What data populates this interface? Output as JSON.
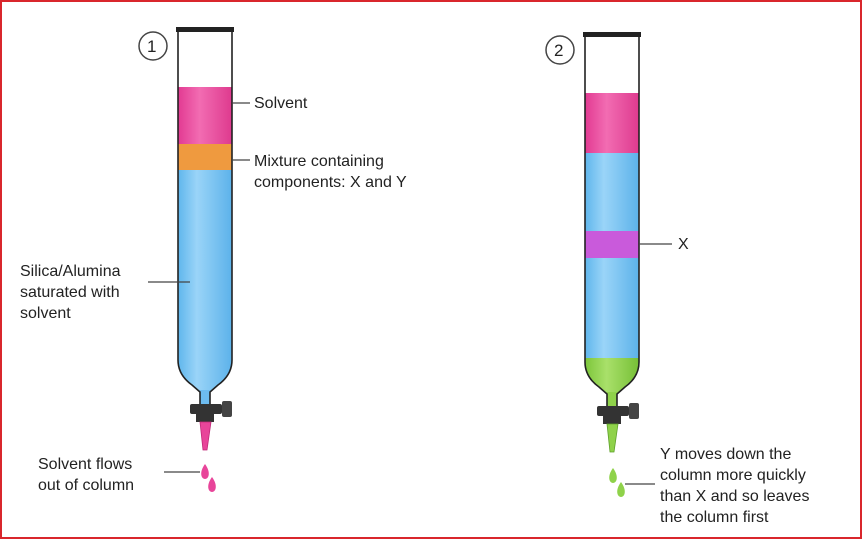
{
  "diagram": {
    "column1": {
      "number": "1",
      "labels": {
        "solvent": "Solvent",
        "mixture": "Mixture containing\ncomponents: X and Y",
        "stationary": "Silica/Alumina\nsaturated with\nsolvent",
        "flow": "Solvent flows\nout of column"
      }
    },
    "column2": {
      "number": "2",
      "labels": {
        "x_band": "X",
        "y_note": "Y moves down the\ncolumn more quickly\nthan X and so leaves\nthe column first"
      }
    }
  },
  "colors": {
    "frame": "#d9262c",
    "solvent": "#e8459a",
    "mixture": "#ee9a45",
    "silica": "#76c3f2",
    "x_band": "#c45ad6",
    "y_band": "#8fd24a",
    "tap": "#333333",
    "outline": "#222222"
  }
}
